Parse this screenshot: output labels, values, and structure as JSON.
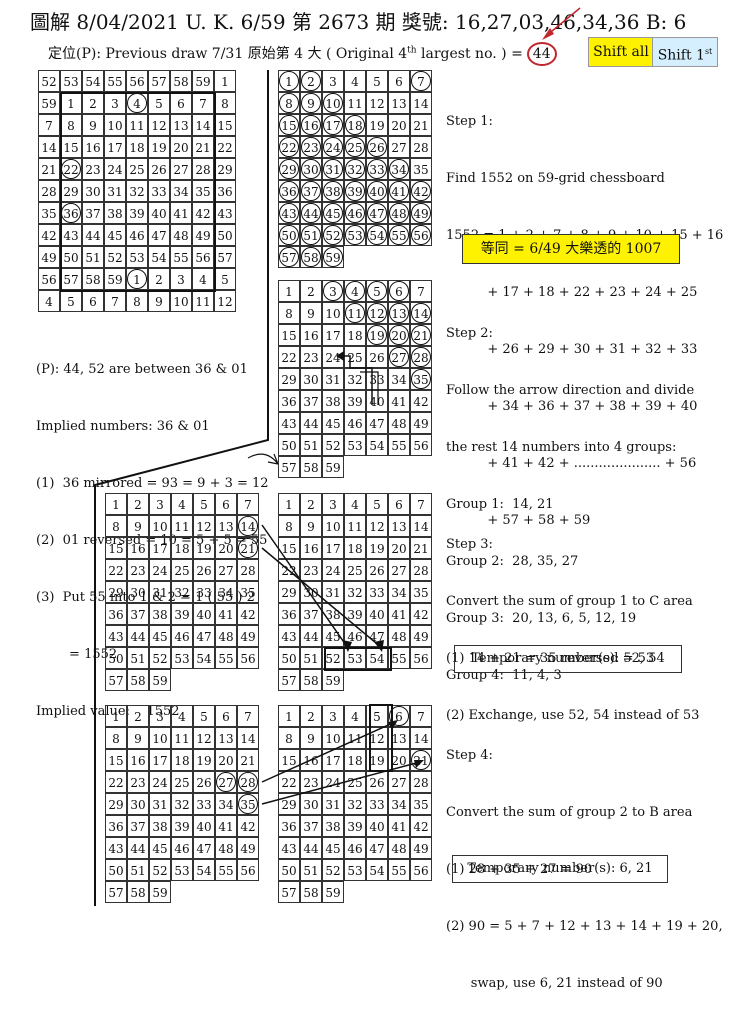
{
  "header": {
    "title": "圖解 8/04/2021 U. K. 6/59 第 2673 期 獎號: 16,27,03,46,34,36 B: 6",
    "subtitle_pre": "定位(P): Previous draw 7/31 原始第 4 大 ( Original 4",
    "subtitle_sup": "th",
    "subtitle_post": " largest no. ) =",
    "subtitle_value": "44"
  },
  "buttons": {
    "shift_all": "Shift all",
    "shift_first": "Shift 1",
    "shift_first_sup": "st"
  },
  "left_notes": [
    "(P): 44, 52 are between 36 & 01",
    "Implied numbers: 36 & 01",
    "(1)  36 mirrored = 93 = 9 + 3 = 12",
    "(2)  01 reversed = 10 = 5 + 5 = 55",
    "(3)  Put 55 into 1 & 2 = 1 ( 55 ) 2",
    "        = 1552",
    "Implied value:    1552"
  ],
  "step1": [
    "Step 1:",
    "Find 1552 on 59-grid chessboard",
    "1552 = 1 + 2 + 7 + 8 + 9 + 10 + 15 + 16",
    "          + 17 + 18 + 22 + 23 + 24 + 25",
    "          + 26 + 29 + 30 + 31 + 32 + 33",
    "          + 34 + 36 + 37 + 38 + 39 + 40",
    "          + 41 + 42 + ..................... + 56",
    "          + 57 + 58 + 59"
  ],
  "step1_box": "等同 = 6/49 大樂透的 1007",
  "step2": [
    "Step 2:",
    "Follow the arrow direction and divide",
    "the rest 14 numbers into 4 groups:",
    "Group 1:  14, 21",
    "Group 2:  28, 35, 27",
    "Group 3:  20, 13, 6, 5, 12, 19",
    "Group 4:  11, 4, 3"
  ],
  "step3": [
    "Step 3:",
    "Convert the sum of group 1 to C area",
    "(1) 14 + 21 = 35 reversed = 53",
    "(2) Exchange, use 52, 54 instead of 53"
  ],
  "step3_temp": "Temporary number(s):  52, 54",
  "step4": [
    "Step 4:",
    "Convert the sum of group 2 to B area",
    "(1) 28 + 35 + 27 = 90",
    "(2) 90 = 5 + 7 + 12 + 13 + 14 + 19 + 20,",
    "      swap, use 6, 21 instead of 90"
  ],
  "step4_temp": "Temporary number(s):  6, 21",
  "grids": {
    "g0": {
      "label": "spiral-grid",
      "rows": [
        [
          "52",
          "53",
          "54",
          "55",
          "56",
          "57",
          "58",
          "59",
          "1"
        ],
        [
          "59",
          "1",
          "2",
          "3",
          "4",
          "5",
          "6",
          "7",
          "8"
        ],
        [
          "7",
          "8",
          "9",
          "10",
          "11",
          "12",
          "13",
          "14",
          "15"
        ],
        [
          "14",
          "15",
          "16",
          "17",
          "18",
          "19",
          "20",
          "21",
          "22"
        ],
        [
          "21",
          "22",
          "23",
          "24",
          "25",
          "26",
          "27",
          "28",
          "29"
        ],
        [
          "28",
          "29",
          "30",
          "31",
          "32",
          "33",
          "34",
          "35",
          "36"
        ],
        [
          "35",
          "36",
          "37",
          "38",
          "39",
          "40",
          "41",
          "42",
          "43"
        ],
        [
          "42",
          "43",
          "44",
          "45",
          "46",
          "47",
          "48",
          "49",
          "50"
        ],
        [
          "49",
          "50",
          "51",
          "52",
          "53",
          "54",
          "55",
          "56",
          "57"
        ],
        [
          "56",
          "57",
          "58",
          "59",
          "1",
          "2",
          "3",
          "4",
          "5"
        ],
        [
          "4",
          "5",
          "6",
          "7",
          "8",
          "9",
          "10",
          "11",
          "12"
        ]
      ]
    }
  }
}
